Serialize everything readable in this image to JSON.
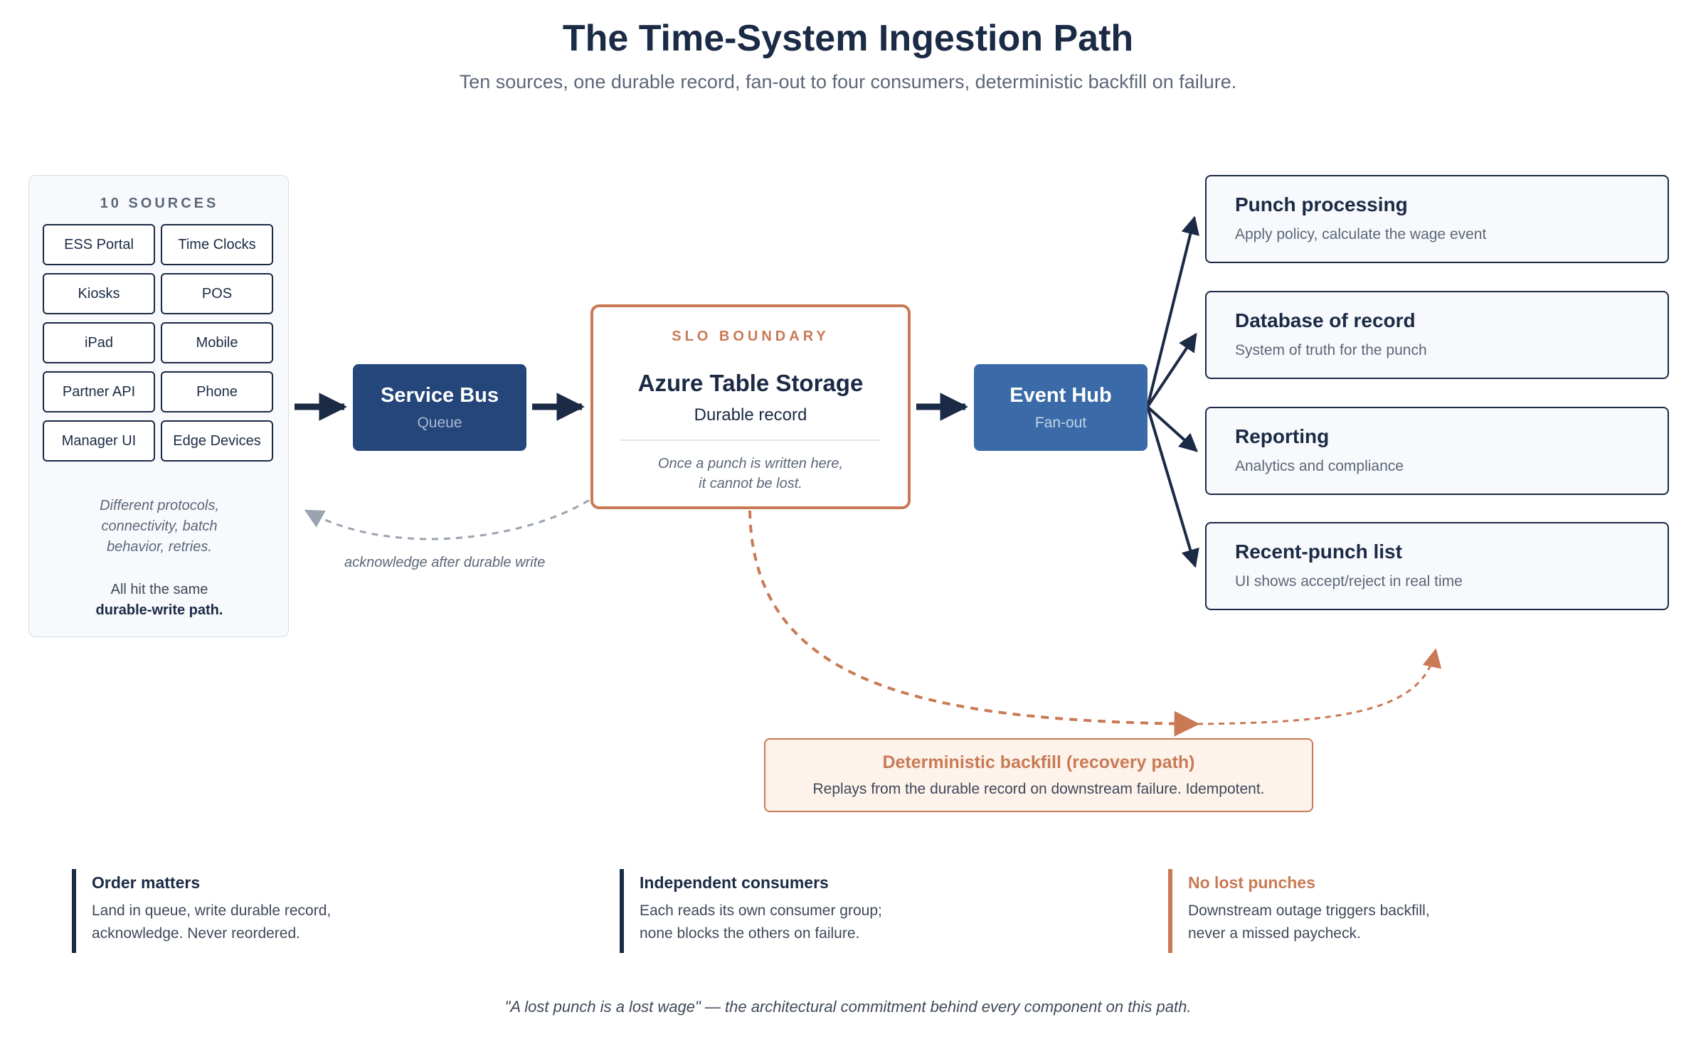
{
  "title": "The Time-System Ingestion Path",
  "subtitle": "Ten sources, one durable record, fan-out to four consumers, deterministic backfill on failure.",
  "sources": {
    "label": "10 SOURCES",
    "items": [
      "ESS Portal",
      "Time Clocks",
      "Kiosks",
      "POS",
      "iPad",
      "Mobile",
      "Partner API",
      "Phone",
      "Manager UI",
      "Edge Devices"
    ],
    "note_lines": [
      "Different protocols,",
      "connectivity, batch",
      "behavior, retries."
    ],
    "note2_prefix": "All hit the same",
    "note2_bold": "durable-write path."
  },
  "service_bus": {
    "title": "Service Bus",
    "subtitle": "Queue"
  },
  "storage": {
    "boundary_label": "SLO BOUNDARY",
    "title": "Azure Table Storage",
    "subtitle": "Durable record",
    "note_lines": [
      "Once a punch is written here,",
      "it cannot be lost."
    ]
  },
  "event_hub": {
    "title": "Event Hub",
    "subtitle": "Fan-out"
  },
  "consumers": [
    {
      "title": "Punch processing",
      "subtitle": "Apply policy, calculate the wage event"
    },
    {
      "title": "Database of record",
      "subtitle": "System of truth for the punch"
    },
    {
      "title": "Reporting",
      "subtitle": "Analytics and compliance"
    },
    {
      "title": "Recent-punch list",
      "subtitle": "UI shows accept/reject in real time"
    }
  ],
  "ack_label": "acknowledge after durable write",
  "backfill": {
    "title": "Deterministic backfill (recovery path)",
    "subtitle": "Replays from the durable record on downstream failure. Idempotent."
  },
  "notes": [
    {
      "title": "Order matters",
      "lines": [
        "Land in queue, write durable record,",
        "acknowledge. Never reordered."
      ]
    },
    {
      "title": "Independent consumers",
      "lines": [
        "Each reads its own consumer group;",
        "none blocks the others on failure."
      ]
    },
    {
      "title": "No lost punches",
      "lines": [
        "Downstream outage triggers backfill,",
        "never a missed paycheck."
      ]
    }
  ],
  "quote": "\"A lost punch is a lost wage\" — the architectural commitment behind every component on this path.",
  "colors": {
    "navy": "#1b2a45",
    "service_bus": "#24467a",
    "event_hub": "#3a6ba8",
    "accent": "#c97a55",
    "ack_gray": "#9aa3b0",
    "muted": "#5d6778"
  }
}
